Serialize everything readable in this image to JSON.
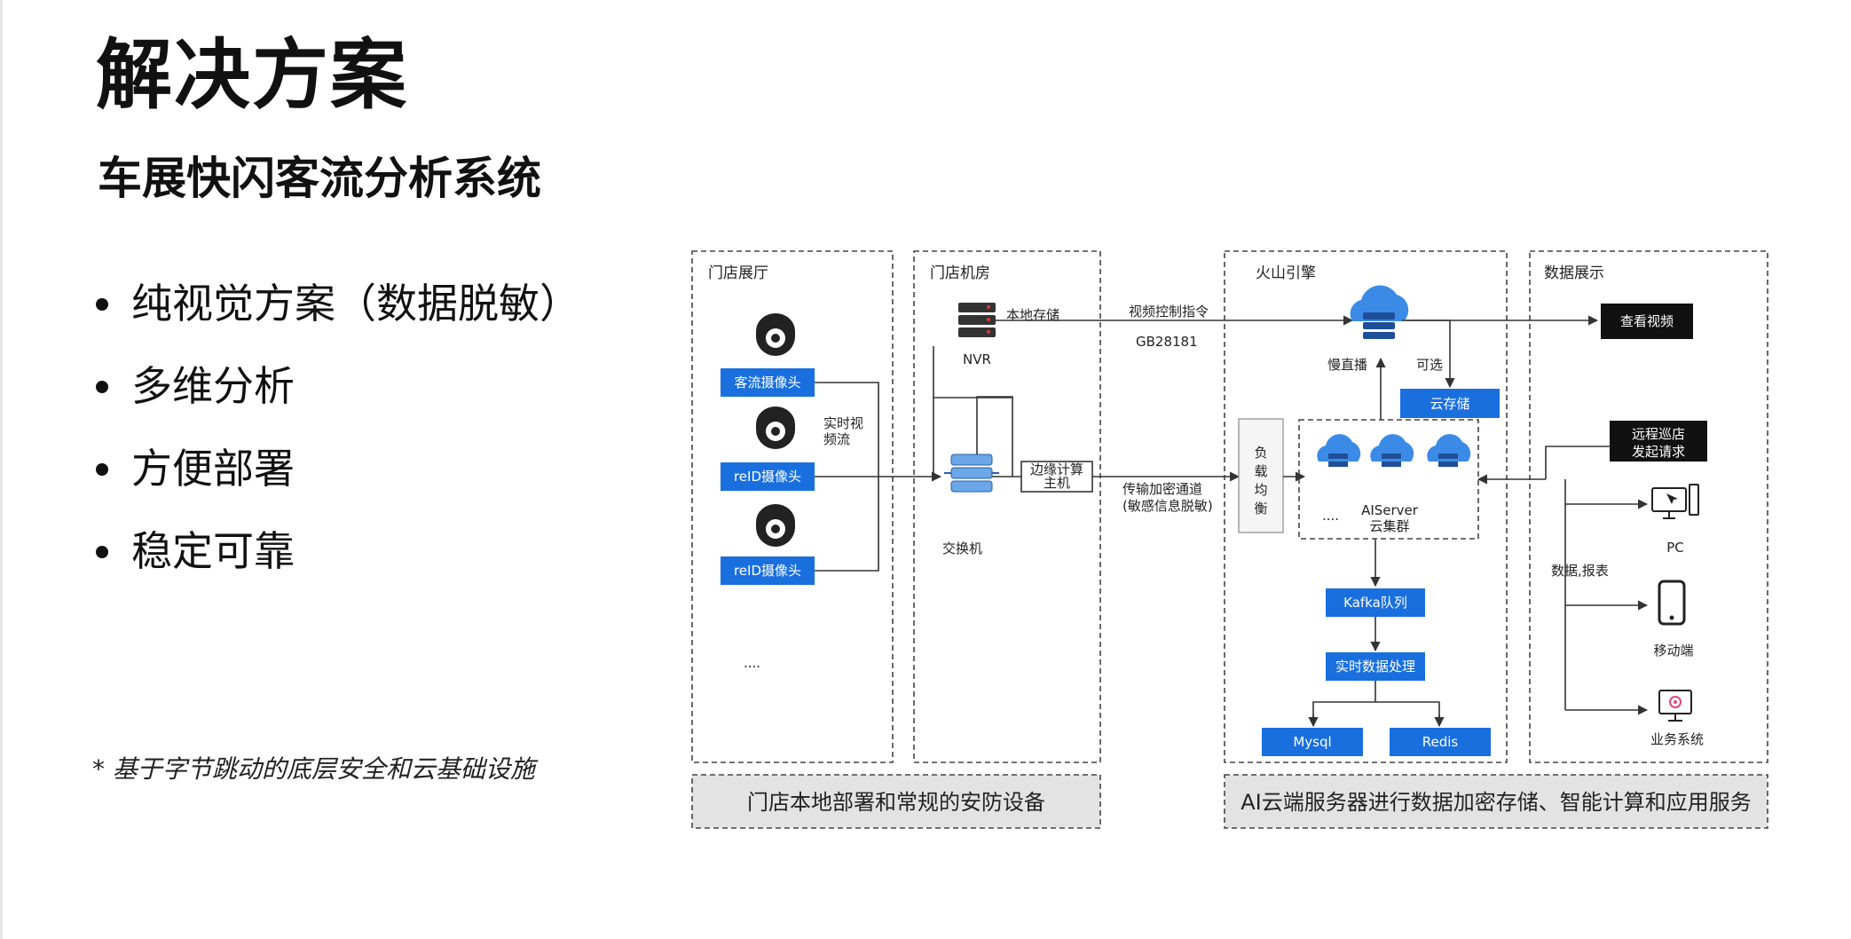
{
  "slide": {
    "title": "解决方案",
    "subtitle": "车展快闪客流分析系统",
    "bullets": [
      "纯视觉方案（数据脱敏）",
      "多维分析",
      "方便部署",
      "稳定可靠"
    ],
    "footnote": "* 基于字节跳动的底层安全和云基础设施"
  },
  "diagram": {
    "sections": {
      "store_hall": "门店展厅",
      "store_room": "门店机房",
      "volc_engine": "火山引擎",
      "data_display": "数据展示"
    },
    "footers": {
      "left": "门店本地部署和常规的安防设备",
      "right": "AI云端服务器进行数据加密存储、智能计算和应用服务"
    },
    "store_hall": {
      "camera1": "客流摄像头",
      "camera2": "reID摄像头",
      "camera3": "reID摄像头",
      "more": "....",
      "stream_label_1": "实时视",
      "stream_label_2": "频流"
    },
    "store_room": {
      "nvr": "NVR",
      "local_storage": "本地存储",
      "switch": "交换机",
      "edge_host_1": "边缘计算",
      "edge_host_2": "主机"
    },
    "links": {
      "video_control": "视频控制指令",
      "gb": "GB28181",
      "encrypted_1": "传输加密通道",
      "encrypted_2": "(敏感信息脱敏)"
    },
    "volc": {
      "load_balance": [
        "负",
        "载",
        "均",
        "衡"
      ],
      "slow_live": "慢直播",
      "optional": "可选",
      "cloud_storage": "云存储",
      "aiserver_1": "AIServer",
      "aiserver_2": "云集群",
      "more": "....",
      "kafka": "Kafka队列",
      "realtime": "实时数据处理",
      "mysql": "Mysql",
      "redis": "Redis"
    },
    "display": {
      "view_video": "查看视频",
      "remote_1": "远程巡店",
      "remote_2": "发起请求",
      "data_report": "数据,报表",
      "pc": "PC",
      "mobile": "移动端",
      "business": "业务系统"
    }
  },
  "colors": {
    "accent_blue": "#1a6fdf",
    "black_block": "#111111",
    "footer_gray": "#e3e3e3"
  }
}
